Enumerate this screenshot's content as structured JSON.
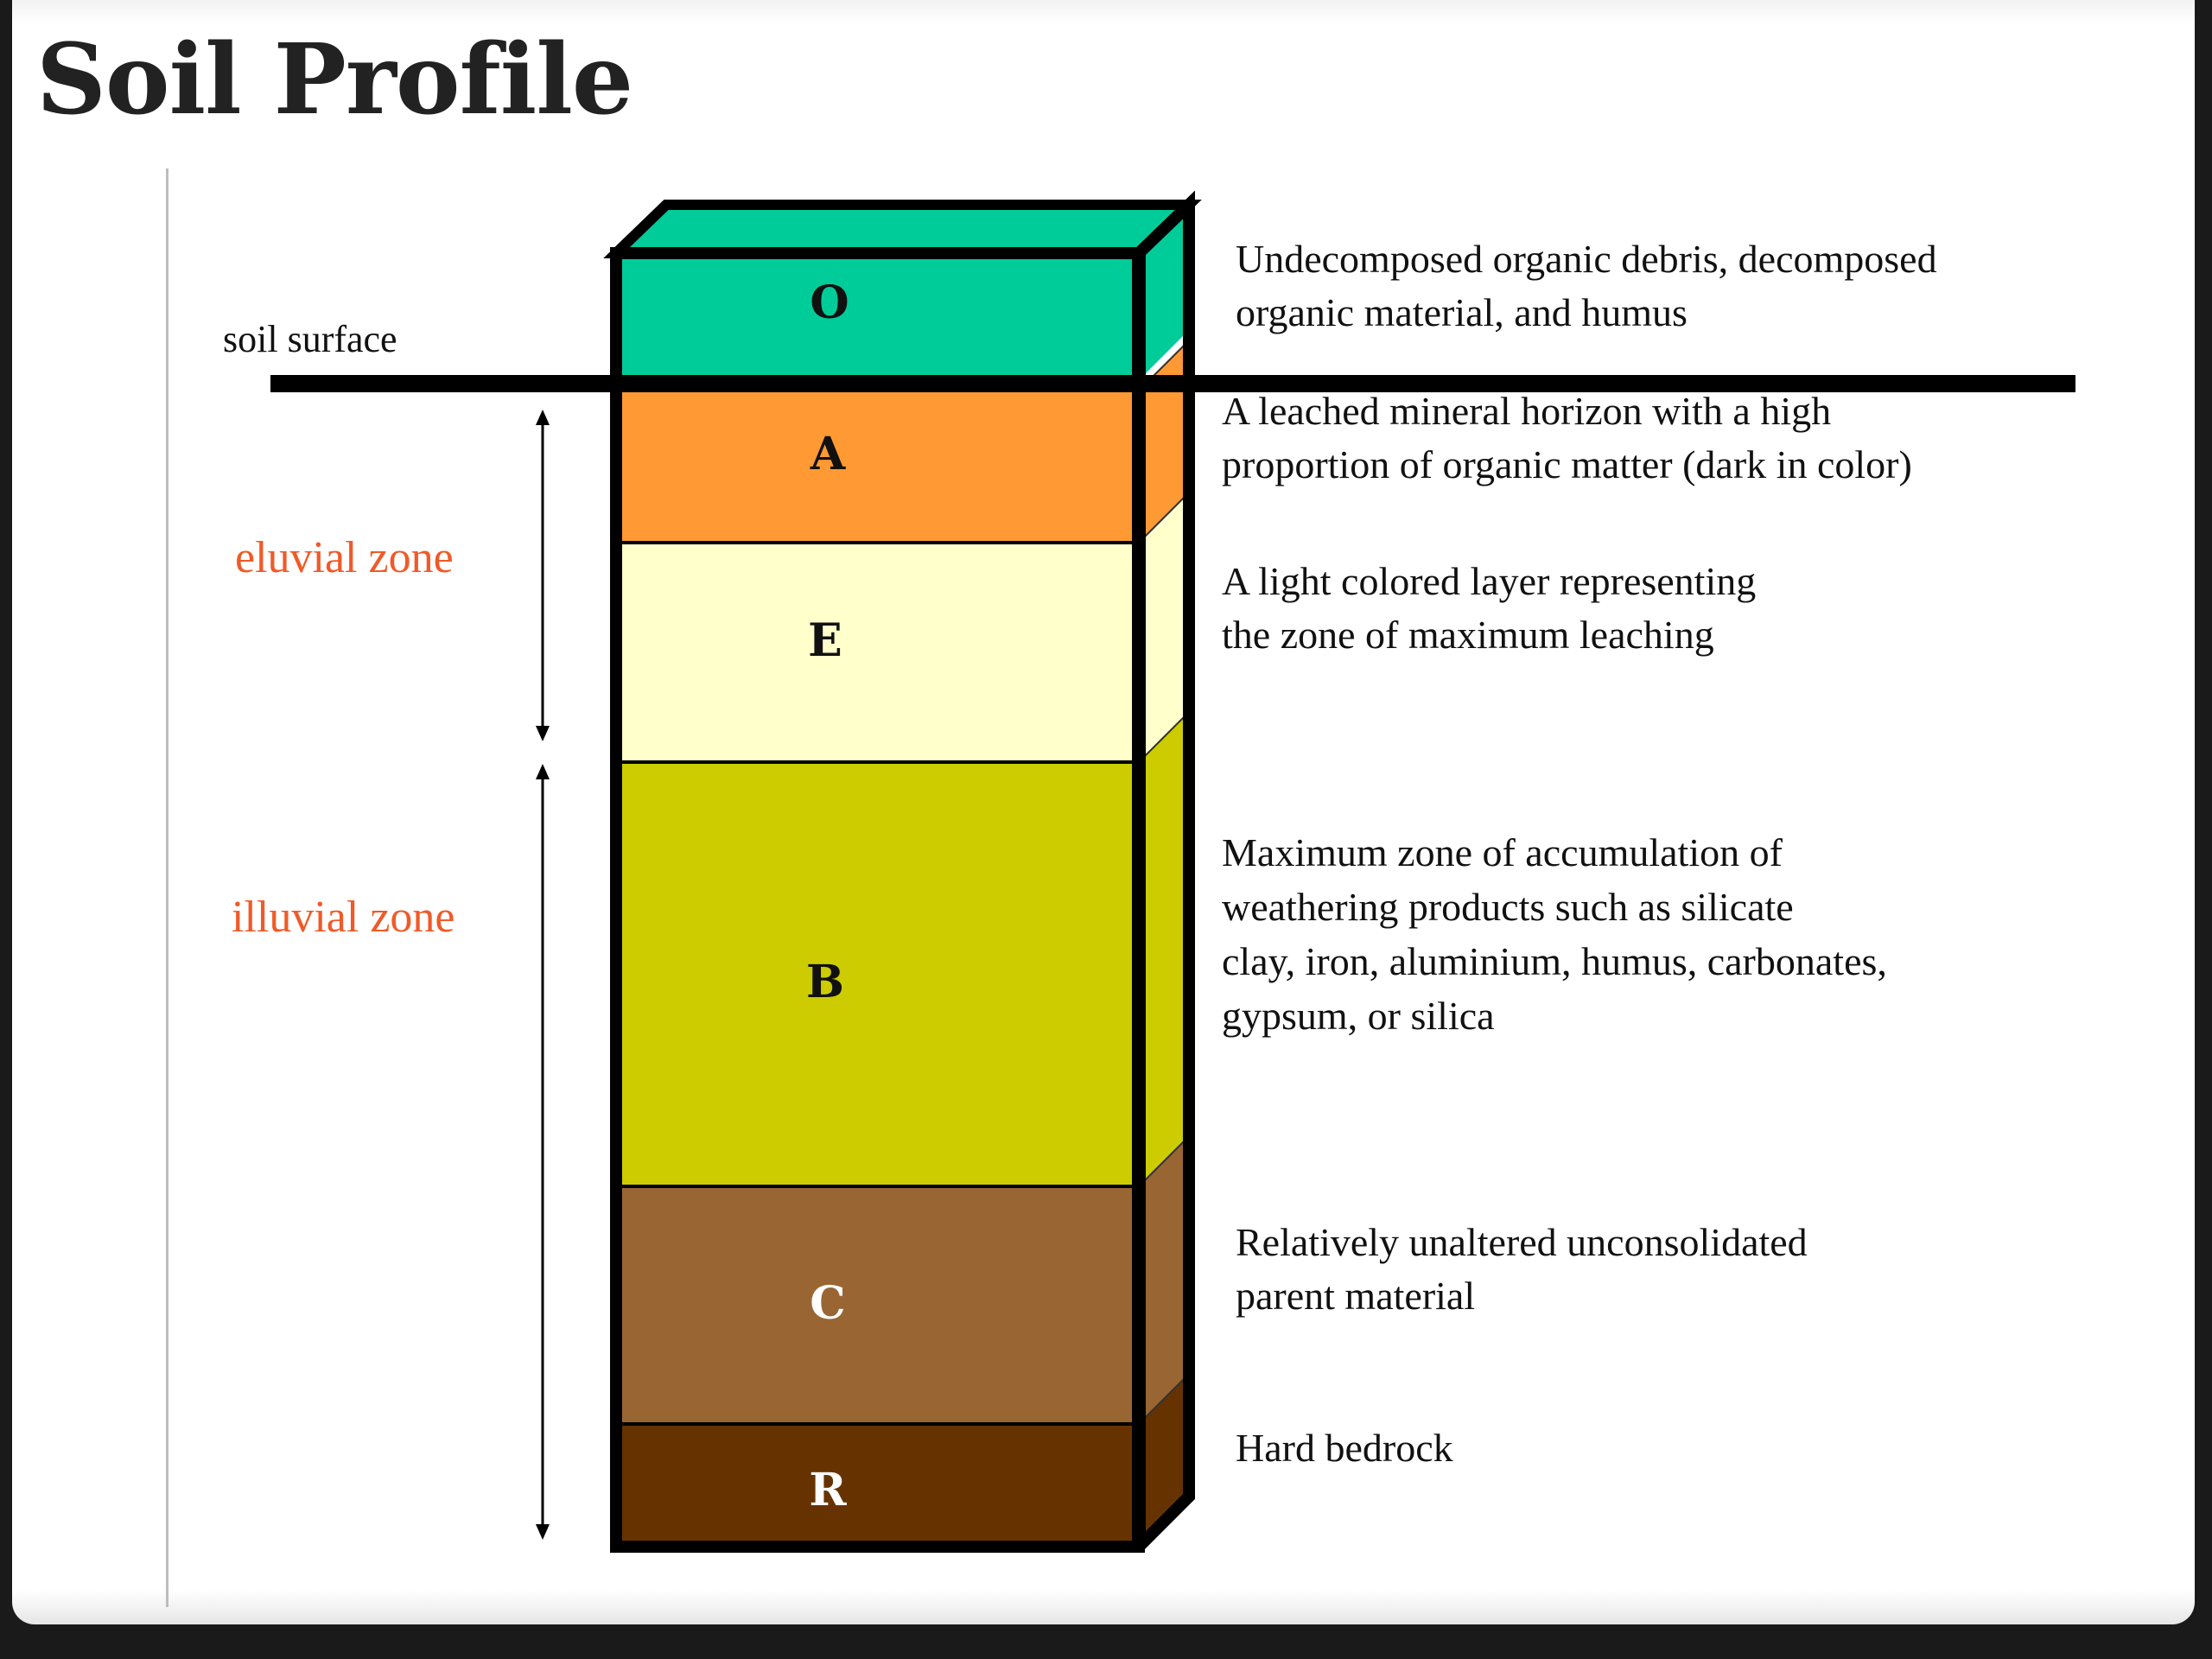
{
  "slide": {
    "title": "Soil Profile"
  },
  "diagram": {
    "surface_label": "soil surface",
    "zones": [
      {
        "label": "eluvial zone",
        "color": "#f05a28"
      },
      {
        "label": "illuvial zone",
        "color": "#f05a28"
      }
    ],
    "horizons": [
      {
        "letter": "O",
        "color": "#00cc99",
        "letter_color": "#111111",
        "description": [
          "Undecomposed organic debris, decomposed",
          "organic material, and humus"
        ]
      },
      {
        "letter": "A",
        "color": "#ff9933",
        "letter_color": "#111111",
        "description": [
          "A leached mineral horizon with a high",
          "proportion of organic matter (dark in color)"
        ]
      },
      {
        "letter": "E",
        "color": "#ffffcc",
        "letter_color": "#111111",
        "description": [
          "A light colored layer representing",
          "the zone of maximum leaching"
        ]
      },
      {
        "letter": "B",
        "color": "#cccc00",
        "letter_color": "#111111",
        "description": [
          "Maximum zone of accumulation of",
          "weathering products such as silicate",
          "clay, iron, aluminium, humus, carbonates,",
          "gypsum, or silica"
        ]
      },
      {
        "letter": "C",
        "color": "#996633",
        "letter_color": "#ffffff",
        "description": [
          "Relatively unaltered unconsolidated",
          "parent material"
        ]
      },
      {
        "letter": "R",
        "color": "#663300",
        "letter_color": "#ffffff",
        "description": [
          "Hard bedrock"
        ]
      }
    ]
  }
}
